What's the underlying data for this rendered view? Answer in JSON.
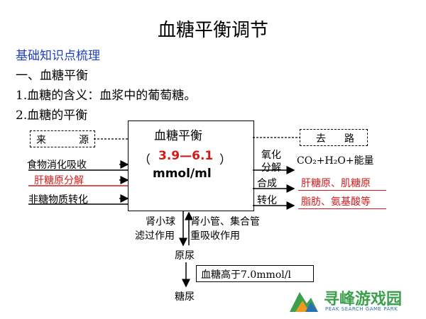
{
  "title": "血糖平衡调节",
  "section_heading": "基础知识点梳理",
  "point1": "一、血糖平衡",
  "point2": "1.血糖的含义：血浆中的葡萄糖。",
  "point3": "2.血糖的平衡",
  "source": {
    "label_left": "来",
    "label_right": "源",
    "item1": "食物消化吸收",
    "item2": "肝糖原分解",
    "item3": "非糖物质转化"
  },
  "center": {
    "title": "血糖平衡",
    "paren_open": "（",
    "range": "3.9—6.1",
    "paren_close": "）",
    "unit": "mmol/ml"
  },
  "dest": {
    "label_left": "去",
    "label_right": "路",
    "arrow1_line1": "氧化",
    "arrow1_line2": "分解",
    "product1": "CO₂+H₂O+能量",
    "arrow2_label": "合成",
    "product2": "肝糖原、肌糖原",
    "arrow3_label": "转化",
    "product3": "脂肪、氨基酸等"
  },
  "kidney": {
    "left_line1": "肾小球",
    "left_line2": "滤过作用",
    "right_line1": "肾小管、集合管",
    "right_line2": "重吸收作用",
    "urine1": "原尿",
    "condition": "血糖高于7.0mmol/l",
    "urine2": "糖尿"
  },
  "watermark": {
    "name": "寻峰游戏园",
    "sub": "PEAK SEARCH GAME PARK"
  },
  "colors": {
    "heading_blue": "#1f3fbf",
    "highlight_red": "#d11a1a",
    "logo_green": "#3aa14a",
    "logo_orange": "#f29a1f",
    "logo_blue": "#2a6fb8"
  }
}
